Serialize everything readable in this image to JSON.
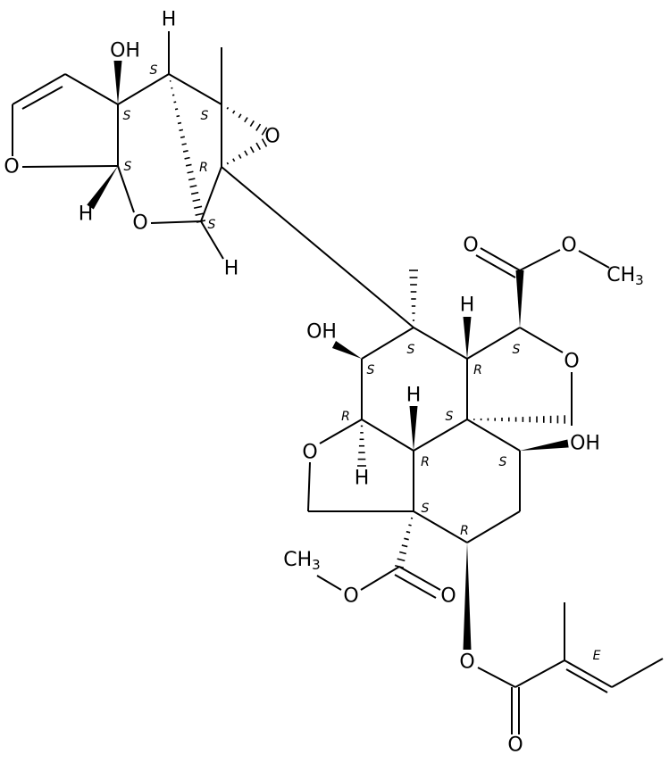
{
  "atom_labels": [
    "OH",
    "H",
    "O",
    "O",
    "H",
    "O",
    "H",
    "OH",
    "H",
    "O",
    "O",
    "CH",
    "3",
    "O",
    "OH",
    "H",
    "H",
    "O",
    "CH",
    "3",
    "O",
    "O",
    "O",
    "O"
  ],
  "stereo_labels": [
    "S",
    "S",
    "S",
    "S",
    "R",
    "S",
    "S",
    "S",
    "R",
    "S",
    "R",
    "S",
    "R",
    "S",
    "S",
    "R",
    "E"
  ]
}
